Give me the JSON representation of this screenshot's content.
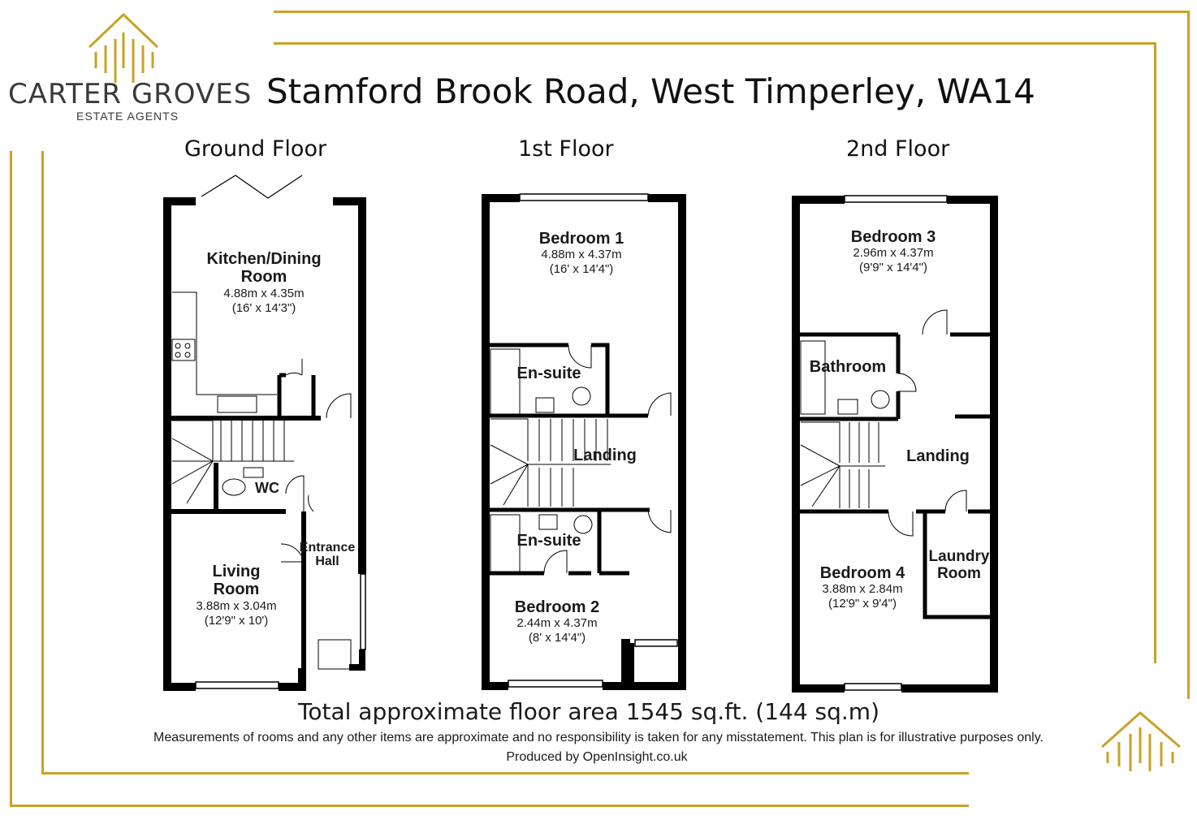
{
  "logo": {
    "name": "CARTER GROVES",
    "subtitle": "ESTATE AGENTS",
    "brand_color": "#c9a227"
  },
  "title": "Stamford Brook Road, West Timperley, WA14",
  "floors": [
    {
      "title": "Ground Floor",
      "rooms": [
        {
          "name": "Kitchen/Dining Room",
          "dims_m": "4.88m x 4.35m",
          "dims_ft": "(16' x 14'3\")"
        },
        {
          "name": "WC"
        },
        {
          "name": "Entrance Hall"
        },
        {
          "name": "Living Room",
          "dims_m": "3.88m x 3.04m",
          "dims_ft": "(12'9\" x 10')"
        }
      ]
    },
    {
      "title": "1st Floor",
      "rooms": [
        {
          "name": "Bedroom 1",
          "dims_m": "4.88m x 4.37m",
          "dims_ft": "(16' x 14'4\")"
        },
        {
          "name": "En-suite"
        },
        {
          "name": "Landing"
        },
        {
          "name": "En-suite"
        },
        {
          "name": "Bedroom 2",
          "dims_m": "2.44m x 4.37m",
          "dims_ft": "(8' x 14'4\")"
        }
      ]
    },
    {
      "title": "2nd Floor",
      "rooms": [
        {
          "name": "Bedroom 3",
          "dims_m": "2.96m x 4.37m",
          "dims_ft": "(9'9\" x 14'4\")"
        },
        {
          "name": "Bathroom"
        },
        {
          "name": "Landing"
        },
        {
          "name": "Bedroom 4",
          "dims_m": "3.88m x 2.84m",
          "dims_ft": "(12'9\" x 9'4\")"
        },
        {
          "name": "Laundry Room"
        }
      ]
    }
  ],
  "total_area": "Total approximate floor area 1545 sq.ft. (144 sq.m)",
  "disclaimer": "Measurements of rooms and any other items are approximate and no responsibility is taken for any misstatement. This plan is for illustrative purposes only.",
  "produced_by": "Produced by OpenInsight.co.uk"
}
